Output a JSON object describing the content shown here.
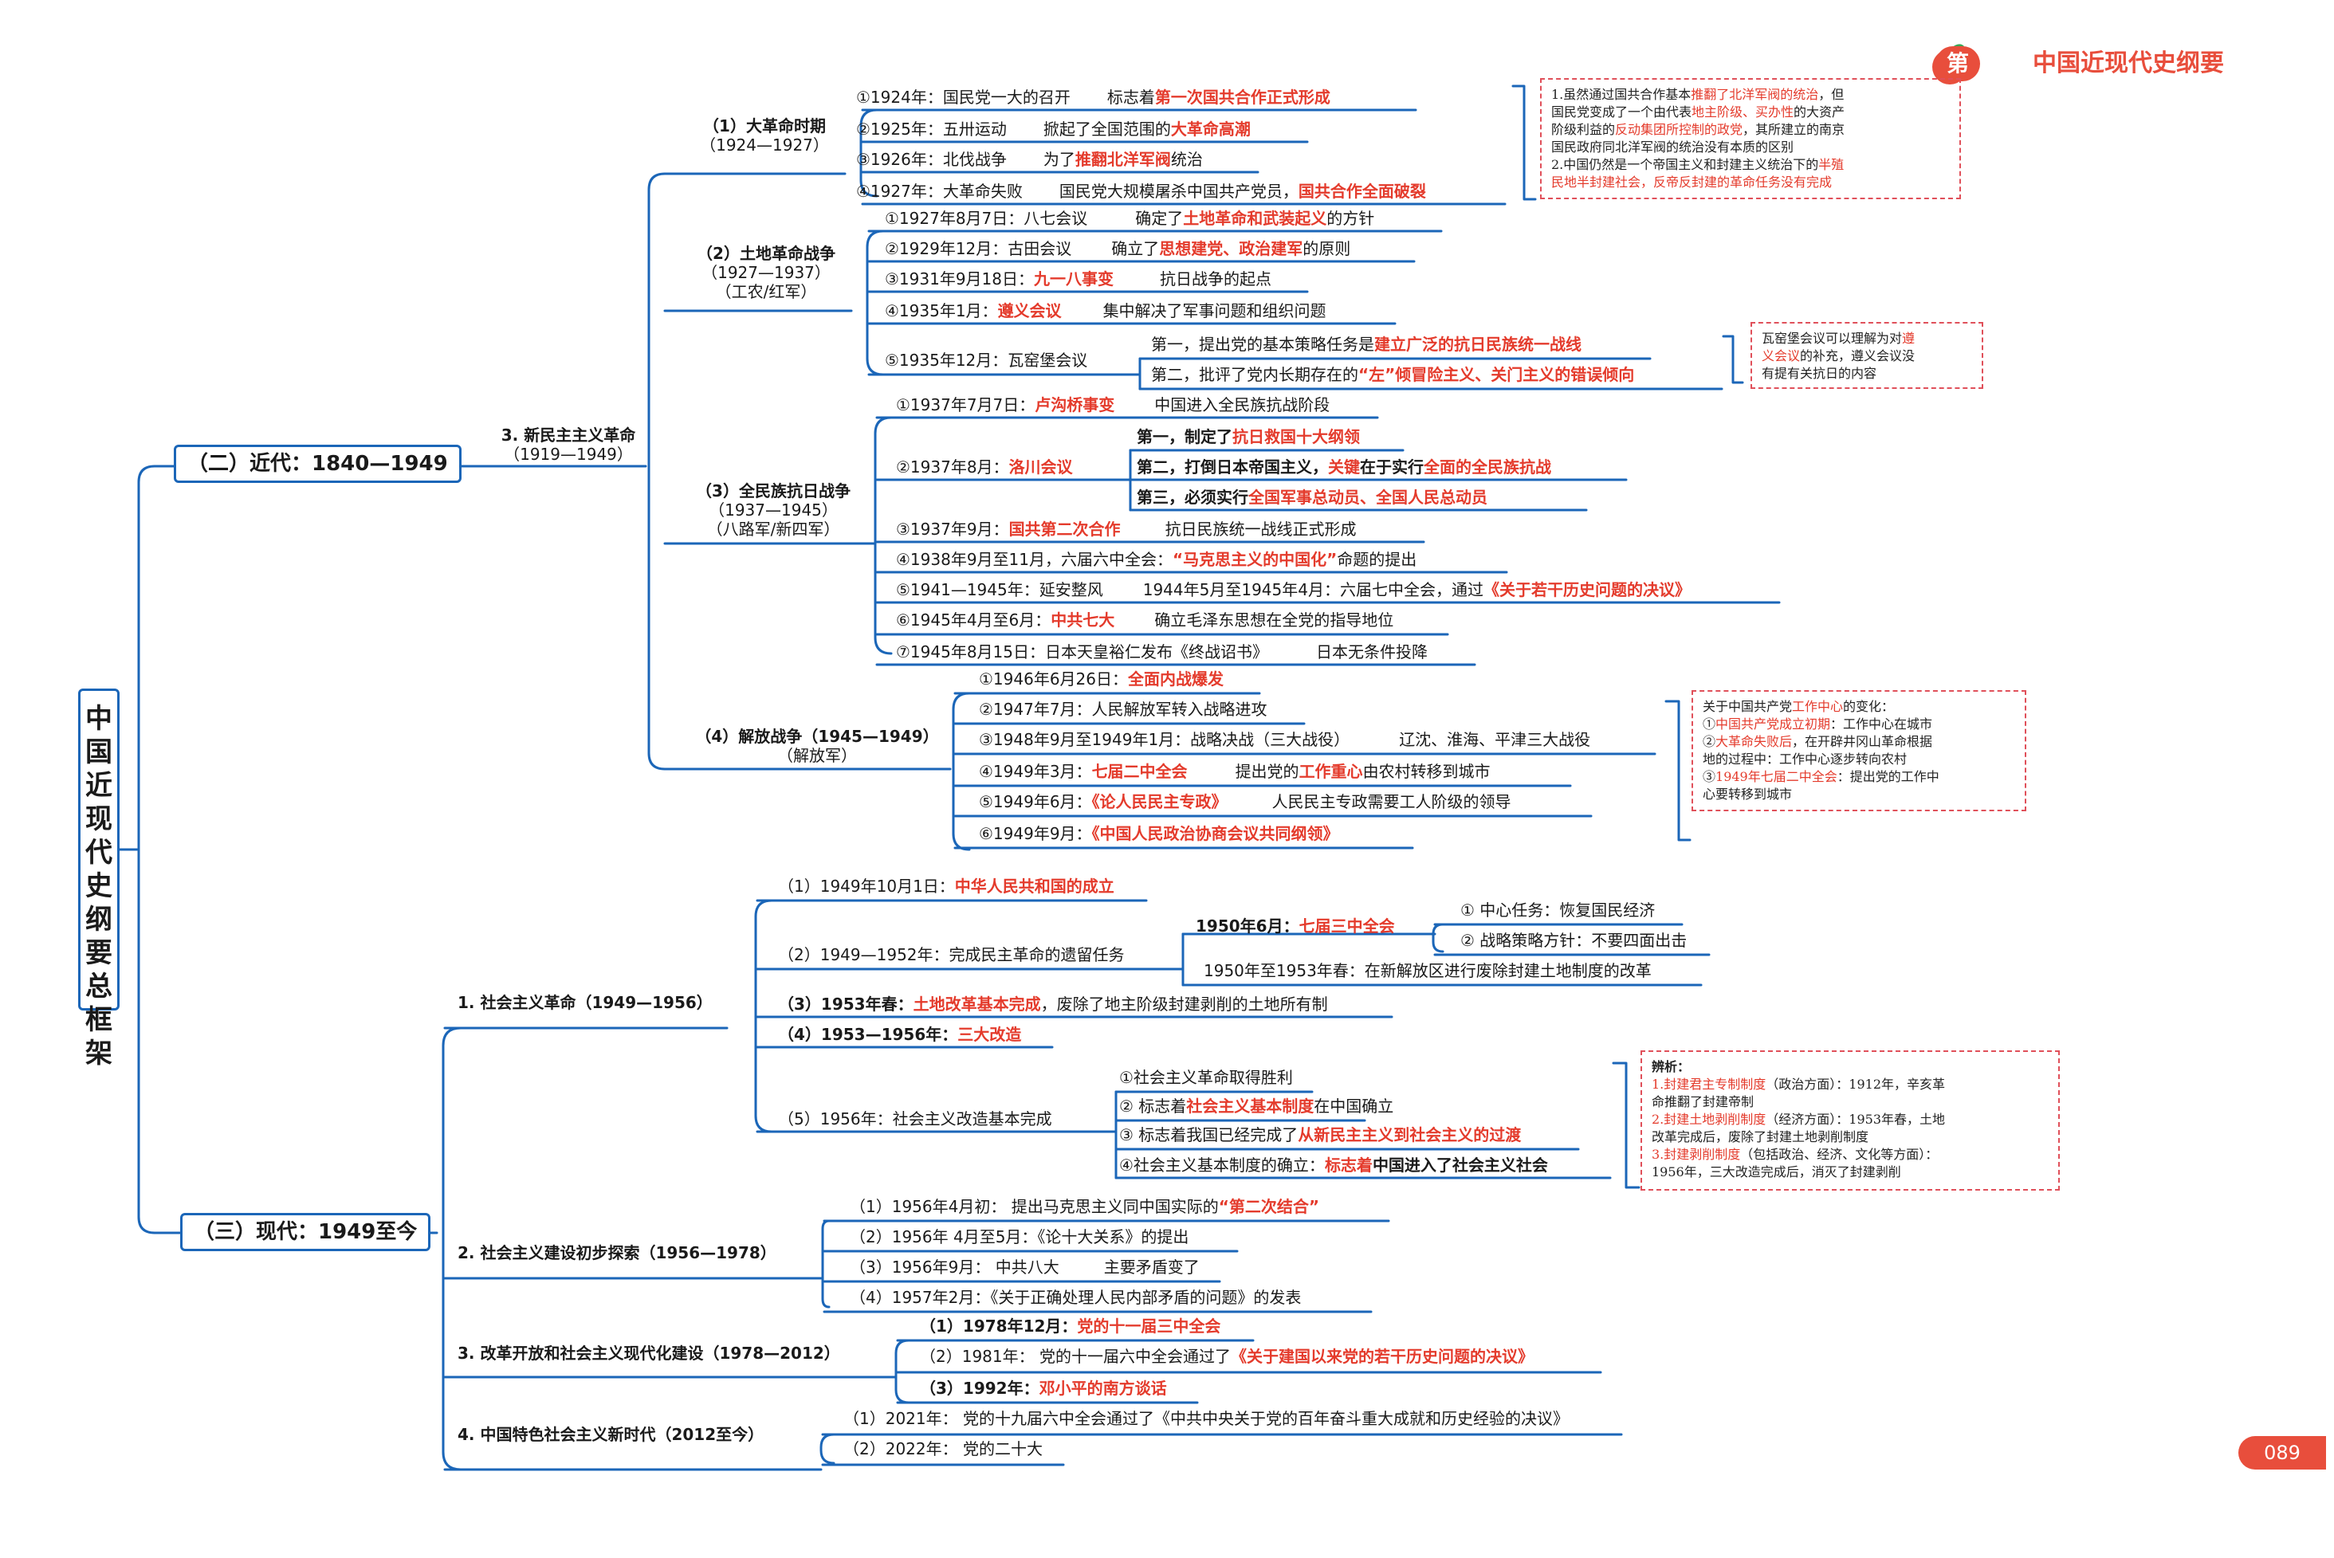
{
  "header": {
    "badge": "第四篇",
    "title": "中国近现代史纲要"
  },
  "page_number": "089",
  "root": "中国近现代史纲要总框架",
  "eras": {
    "modern": "（二）近代：1840—1949",
    "contemporary": "（三）现代：1949至今"
  },
  "modern": {
    "revolution": {
      "title": "3. 新民主主义革命",
      "period": "（1919—1949）"
    },
    "p1": {
      "title": "（1）大革命时期",
      "period": "（1924—1927）",
      "items": [
        {
          "a": "①1924年：国民党一大的召开",
          "b": "标志着",
          "c": "第一次国共合作正式形成"
        },
        {
          "a": "②1925年：五卅运动",
          "b": "掀起了全国范围的",
          "c": "大革命高潮"
        },
        {
          "a": "③1926年：北伐战争",
          "b": "为了",
          "c": "推翻北洋军阀",
          "d": "统治"
        },
        {
          "a": "④1927年：大革命失败",
          "b": "国民党大规模屠杀中国共产党员，",
          "c": "国共合作全面破裂"
        }
      ]
    },
    "p2": {
      "title": "（2）土地革命战争",
      "period": "（1927—1937）",
      "sub": "（工农/红军）",
      "items": [
        {
          "a": "①1927年8月7日：八七会议",
          "b": "确定了",
          "c": "土地革命和武装起义",
          "d": "的方针"
        },
        {
          "a": "②1929年12月：古田会议",
          "b": "确立了",
          "c": "思想建党、政治建军",
          "d": "的原则"
        },
        {
          "a": "③1931年9月18日：",
          "h": "九一八事变",
          "b": "抗日战争的起点"
        },
        {
          "a": "④1935年1月：",
          "h": "遵义会议",
          "b": "集中解决了军事问题和组织问题"
        }
      ],
      "wayaobao": {
        "a": "⑤1935年12月：瓦窑堡会议",
        "s1a": "第一，提出党的基本策略任务是",
        "s1c": "建立广泛的抗日民族统一战线",
        "s2a": "第二，批评了党内长期存在的",
        "s2c": "“左”倾冒险主义、关门主义的错误倾向"
      }
    },
    "p3": {
      "title": "（3）全民族抗日战争",
      "period": "（1937—1945）",
      "sub": "（八路军/新四军）",
      "i1": {
        "a": "①1937年7月7日：",
        "h": "卢沟桥事变",
        "b": "中国进入全民族抗战阶段"
      },
      "luochuan": {
        "a": "②1937年8月：",
        "h": "洛川会议",
        "s1a": "第一，制定了",
        "s1c": "抗日救国十大纲领",
        "s2a": "第二，打倒日本帝国主义，",
        "s2c": "关键",
        "s2d": "在于实行",
        "s2e": "全面的全民族抗战",
        "s3a": "第三，必须实行",
        "s3c": "全国军事总动员、全国人民总动员"
      },
      "items": [
        {
          "a": "③1937年9月：",
          "h": "国共第二次合作",
          "b": "抗日民族统一战线正式形成"
        },
        {
          "a": "④1938年9月至11月，六届六中全会：",
          "h": "“马克思主义的中国化”",
          "b": "命题的提出"
        },
        {
          "a": "⑤1941—1945年：延安整风",
          "b": "1944年5月至1945年4月：六届七中全会，通过",
          "c": "《关于若干历史问题的决议》"
        },
        {
          "a": "⑥1945年4月至6月：",
          "h": "中共七大",
          "b": "确立毛泽东思想在全党的指导地位"
        },
        {
          "a": "⑦1945年8月15日：日本天皇裕仁发布《终战诏书》",
          "b": "日本无条件投降"
        }
      ]
    },
    "p4": {
      "title": "（4）解放战争（1945—1949）",
      "sub": "（解放军）",
      "items": [
        {
          "a": "①1946年6月26日：",
          "h": "全面内战爆发"
        },
        {
          "a": "②1947年7月：人民解放军转入战略进攻"
        },
        {
          "a": "③1948年9月至1949年1月：战略决战（三大战役）",
          "b": "辽沈、淮海、平津三大战役"
        },
        {
          "a": "④1949年3月：",
          "h": "七届二中全会",
          "b": "提出党的",
          "c": "工作重心",
          "d": "由农村转移到城市"
        },
        {
          "a": "⑤1949年6月：",
          "h": "《论人民民主专政》",
          "b": "人民民主专政需要工人阶级的领导"
        },
        {
          "a": "⑥1949年9月：",
          "h": "《中国人民政治协商会议共同纲领》"
        }
      ]
    }
  },
  "contemporary": {
    "s1": {
      "title": "1. 社会主义革命（1949—1956）",
      "i1": {
        "a": "（1）1949年10月1日：",
        "h": "中华人民共和国的成立"
      },
      "i2": {
        "a": "（2）1949—1952年：完成民主革命的遗留任务",
        "m": "1950年6月：",
        "mh": "七届三中全会",
        "t1": "① 中心任务：恢复国民经济",
        "t2": "② 战略策略方针：不要四面出击",
        "t3": "1950年至1953年春：在新解放区进行废除封建土地制度的改革"
      },
      "i3": {
        "a": "（3）1953年春：",
        "h": "土地改革基本完成",
        "b": "，废除了地主阶级封建剥削的土地所有制"
      },
      "i4": {
        "a": "（4）1953—1956年：",
        "h": "三大改造"
      },
      "i5": {
        "a": "（5）1956年：社会主义改造基本完成",
        "t1": "①社会主义革命取得胜利",
        "t2a": "② 标志着",
        "t2h": "社会主义基本制度",
        "t2b": "在中国确立",
        "t3a": "③ 标志着我国已经完成了",
        "t3h": "从新民主主义到社会主义的过渡",
        "t4a": "④社会主义基本制度的确立：",
        "t4h": "标志着",
        "t4b": "中国进入了社会主义社会"
      }
    },
    "s2": {
      "title": "2. 社会主义建设初步探索（1956—1978）",
      "items": [
        {
          "a": "（1）1956年4月初：  提出马克思主义同中国实际的",
          "h": "“第二次结合”"
        },
        {
          "a": "（2）1956年 4月至5月：《论十大关系》的提出"
        },
        {
          "a": "（3）1956年9月：  中共八大",
          "b": "主要矛盾变了"
        },
        {
          "a": "（4）1957年2月：《关于正确处理人民内部矛盾的问题》的发表"
        }
      ]
    },
    "s3": {
      "title": "3. 改革开放和社会主义现代化建设（1978—2012）",
      "items": [
        {
          "a": "（1）1978年12月：",
          "h": "党的十一届三中全会"
        },
        {
          "a": "（2）1981年：  党的十一届六中全会通过了",
          "h": "《关于建国以来党的若干历史问题的决议》"
        },
        {
          "a": "（3）1992年：",
          "h": "邓小平的南方谈话"
        }
      ]
    },
    "s4": {
      "title": "4. 中国特色社会主义新时代（2012至今）",
      "items": [
        {
          "a": "（1）2021年：  党的十九届六中全会通过了《中共中央关于党的百年奋斗重大成就和历史经验的决议》"
        },
        {
          "a": "（2）2022年：  党的二十大"
        }
      ]
    }
  },
  "notes": {
    "n1": {
      "l1a": "1.虽然通过国共合作基本",
      "l1h": "推翻了北洋军阀的统治",
      "l1b": "，但",
      "l2a": "国民党变成了一个由代表",
      "l2h": "地主阶级、买办性",
      "l2b": "的大资产",
      "l3a": "阶级利益的",
      "l3h": "反动集团所控制的政党",
      "l3b": "，其所建立的南京",
      "l4": "国民政府同北洋军阀的统治没有本质的区别",
      "l5a": "2.中国仍然是一个帝国主义和封建主义统治下的",
      "l5h": "半殖",
      "l6h": "民地半封建社会，反帝反封建的革命任务没有完成"
    },
    "n2": {
      "l1a": "瓦窑堡会议可以理解为对",
      "l1h": "遵",
      "l2h": "义会议",
      "l2b": "的补充，遵义会议没",
      "l3": "有提有关抗日的内容"
    },
    "n3": {
      "l1a": "关于中国共产党",
      "l1h": "工作中心",
      "l1b": "的变化：",
      "l2a": "①",
      "l2h": "中国共产党成立初期",
      "l2b": "：工作中心在城市",
      "l3a": "②",
      "l3h": "大革命失败后",
      "l3b": "，在开辟井冈山革命根据",
      "l4": "地的过程中：工作中心逐步转向农村",
      "l5a": "③",
      "l5h": "1949年七届二中全会",
      "l5b": "：提出党的工作中",
      "l6": "心要转移到城市"
    },
    "n4": {
      "l1": "辨析：",
      "l2h": "1.封建君主专制制度",
      "l2b": "（政治方面）：1912年，辛亥革",
      "l3": "命推翻了封建帝制",
      "l4h": "2.封建土地剥削制度",
      "l4b": "（经济方面）：1953年春，土地",
      "l5": "改革完成后，废除了封建土地剥削制度",
      "l6h": "3.封建剥削制度",
      "l6b": "（包括政治、经济、文化等方面）：",
      "l7": "1956年，三大改造完成后，消灭了封建剥削"
    }
  },
  "colors": {
    "line": "#1b66b8",
    "highlight": "#e43b2c",
    "accent": "#e84e3c"
  }
}
